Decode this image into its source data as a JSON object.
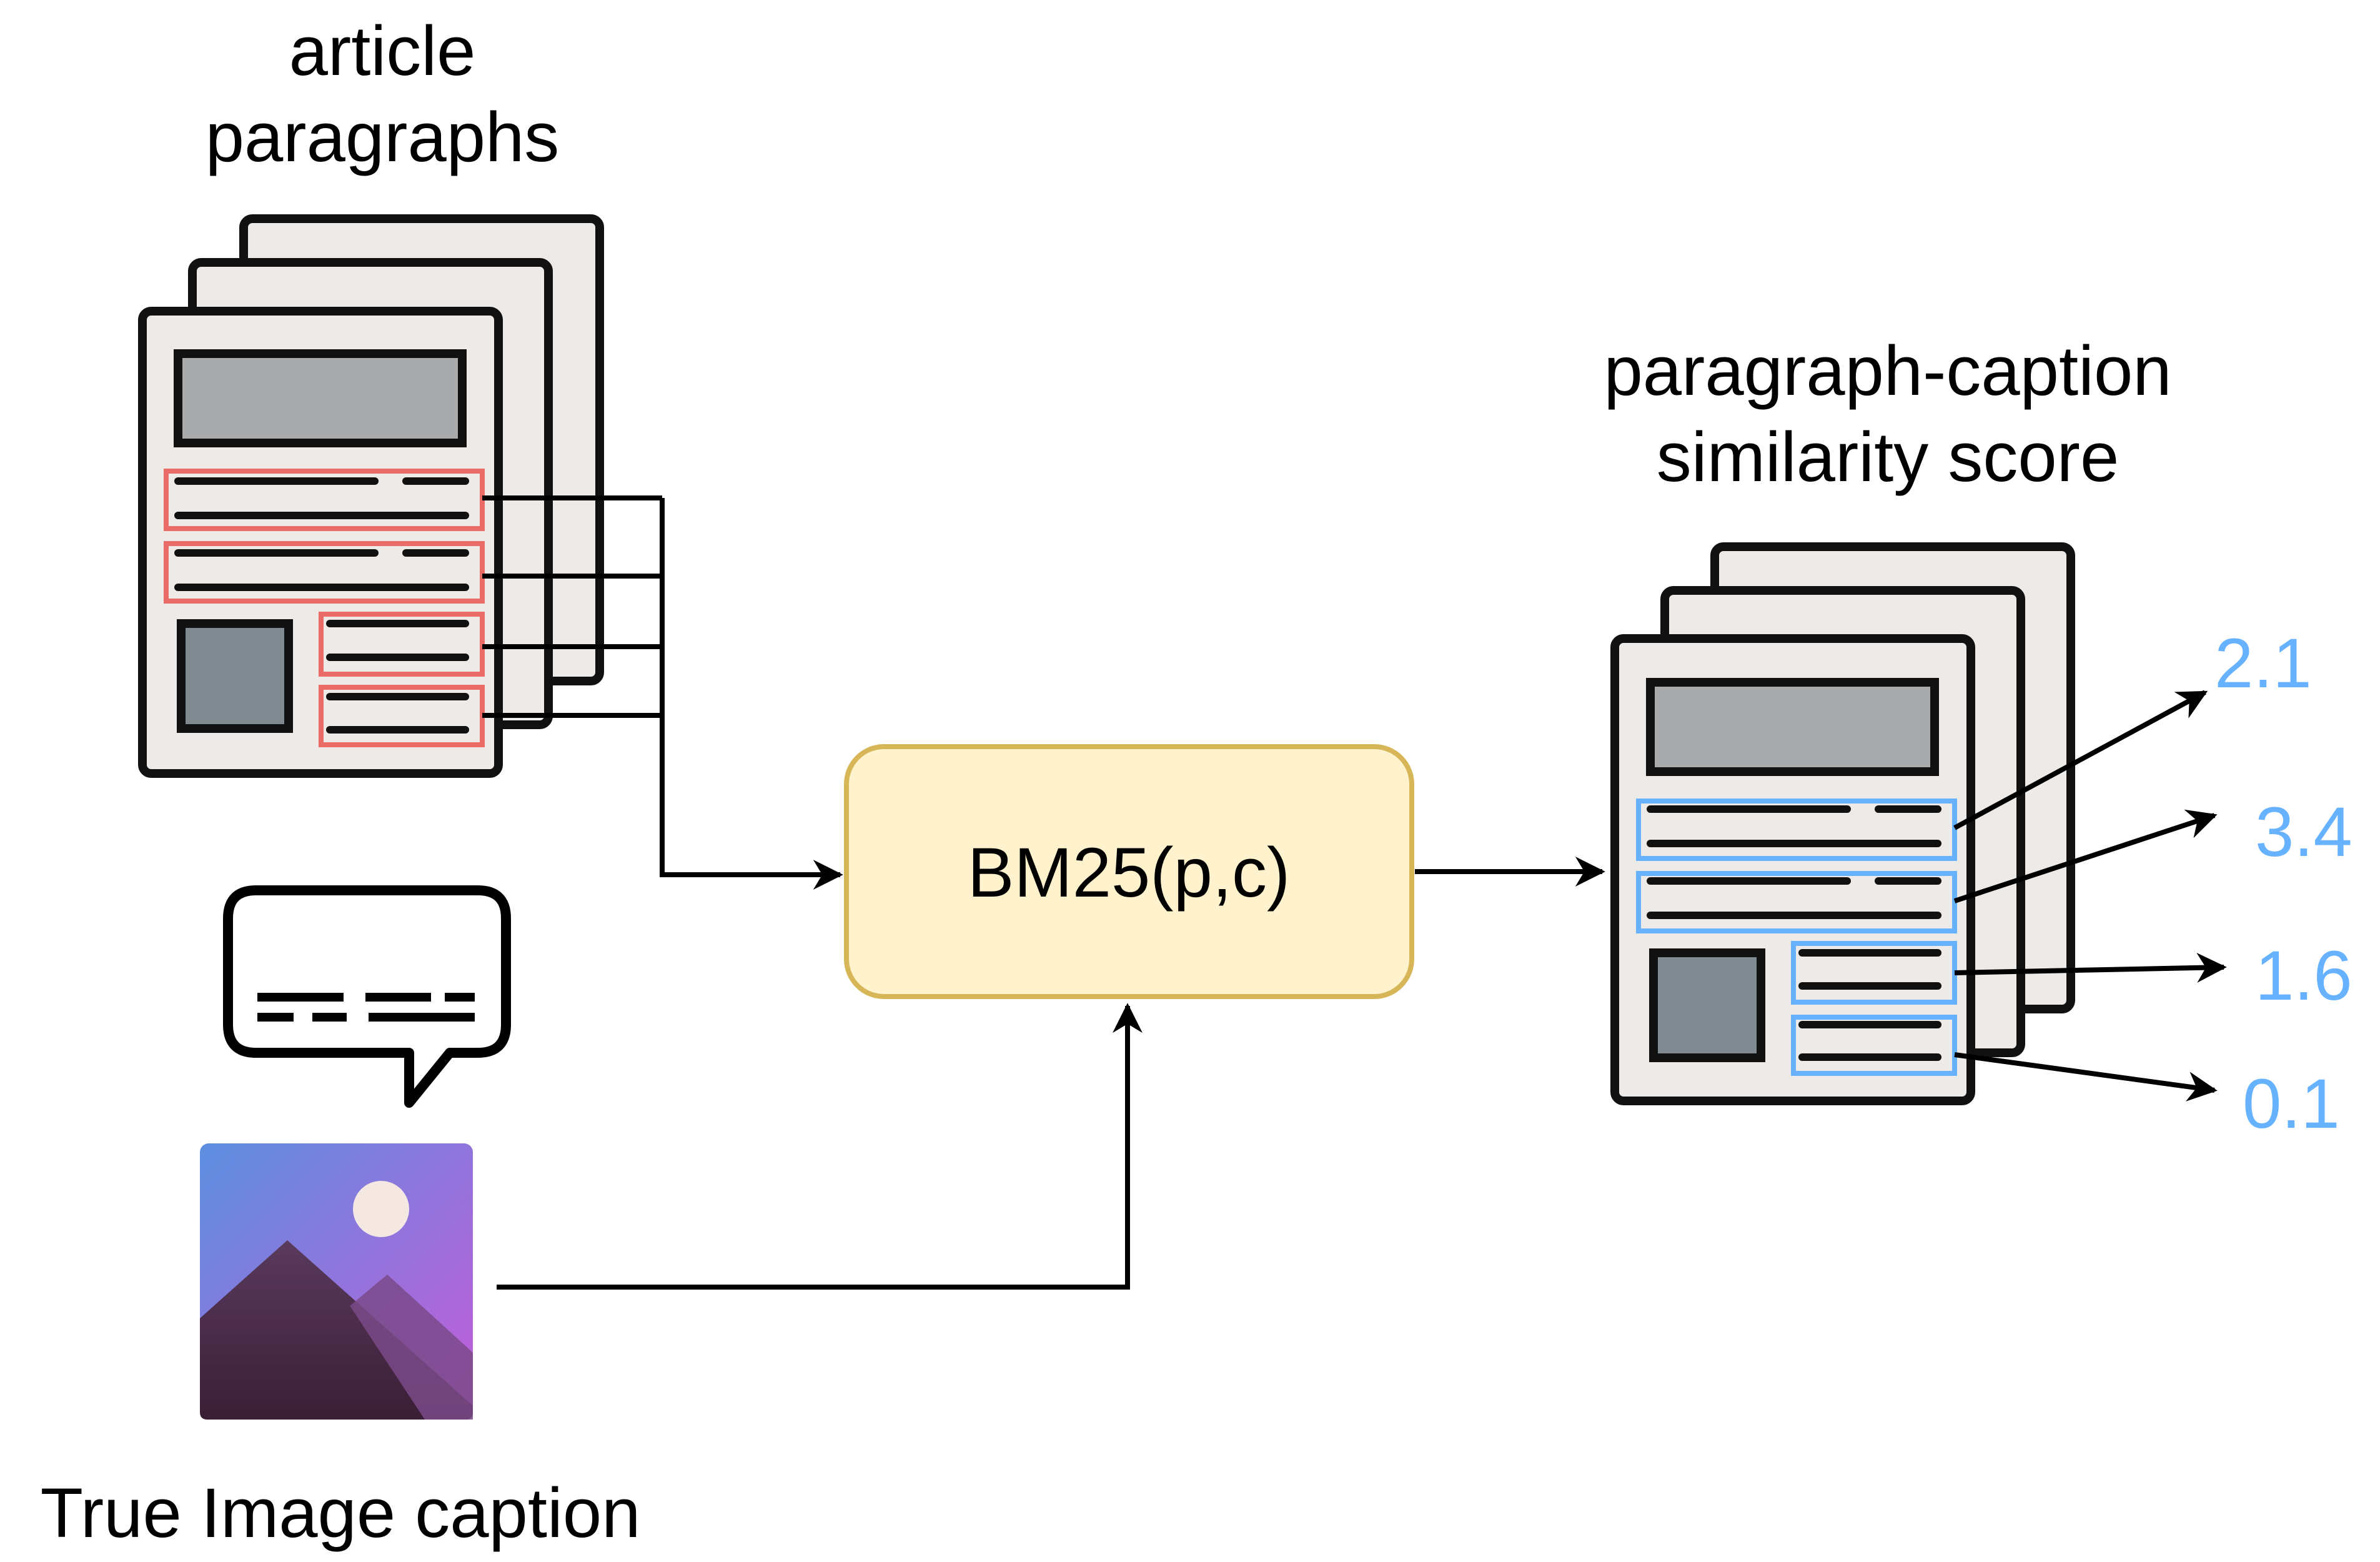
{
  "labels": {
    "article_line1": "article",
    "article_line2": "paragraphs",
    "score_line1": "paragraph-caption",
    "score_line2": "similarity score",
    "caption": "True Image caption"
  },
  "process_box": {
    "label": "BM25(p,c)"
  },
  "scores": [
    "2.1",
    "3.4",
    "1.6",
    "0.1"
  ],
  "colors": {
    "highlight_red": "#EA6B66",
    "highlight_blue": "#66B2FF",
    "score_text": "#66B2FF",
    "box_fill": "#FFF2CC",
    "box_stroke": "#D6B656",
    "doc_fill": "#EEEAE8",
    "header_fill": "#A9AAAC",
    "photo_fill": "#7F8A91"
  },
  "icons": {
    "documents": "document-stack-icon",
    "speech": "speech-bubble-icon",
    "image": "image-icon"
  }
}
